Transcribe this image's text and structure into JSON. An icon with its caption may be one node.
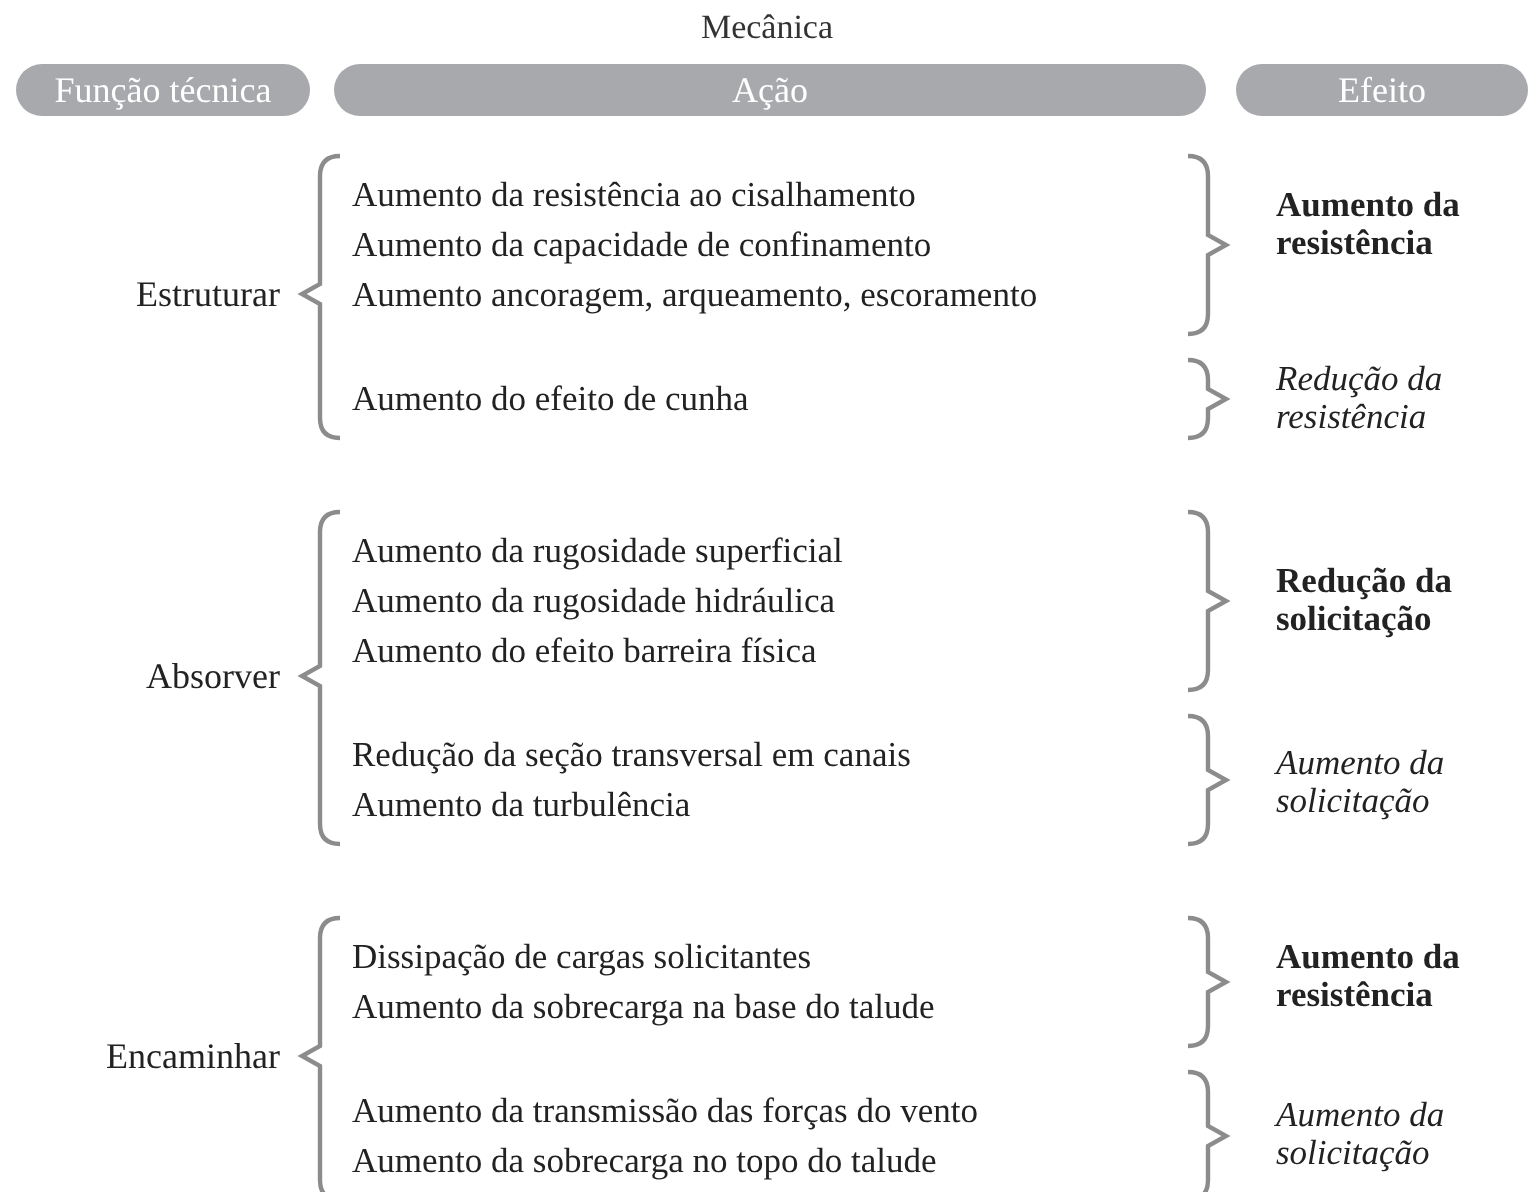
{
  "diagram": {
    "title": "Mecânica",
    "nodes": [
      {
        "text": [
          "Função técnica"
        ]
      },
      {
        "text": [
          "Ação"
        ]
      },
      {
        "text": [
          "Efeito"
        ]
      },
      {
        "text": [
          "Estruturar"
        ]
      },
      {
        "text": [
          "Aumento da resistência ao cisalhamento",
          "Aumento da capacidade de confinamento",
          "Aumento ancoragem, arqueamento, escoramento"
        ]
      },
      {
        "text": [
          "Aumento da resistência"
        ]
      },
      {
        "text": [
          "Aumento do efeito de cunha"
        ]
      },
      {
        "text": [
          "Redução da resistência"
        ]
      },
      {
        "text": [
          "Absorver"
        ]
      },
      {
        "text": [
          "Aumento da rugosidade superficial",
          "Aumento da rugosidade hidráulica",
          "Aumento do efeito barreira física"
        ]
      },
      {
        "text": [
          "Redução da solicitação"
        ]
      },
      {
        "text": [
          "Redução da seção transversal em canais",
          "Aumento da turbulência"
        ]
      },
      {
        "text": [
          "Aumento da solicitação"
        ]
      },
      {
        "text": [
          "Encaminhar"
        ]
      },
      {
        "text": [
          "Dissipação de cargas solicitantes",
          "Aumento da sobrecarga na base do talude"
        ]
      },
      {
        "text": [
          "Aumento da resistência"
        ]
      },
      {
        "text": [
          "Aumento da transmissão das forças do vento",
          "Aumento da sobrecarga no topo do talude"
        ]
      },
      {
        "text": [
          "Aumento da solicitação"
        ]
      }
    ]
  }
}
